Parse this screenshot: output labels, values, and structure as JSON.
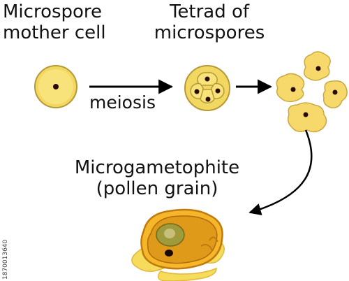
{
  "labels": {
    "microspore_mother_cell": [
      "Microspore",
      "mother cell"
    ],
    "tetrad": [
      "Tetrad of",
      "microspores"
    ],
    "meiosis": "meiosis",
    "microgametophyte": [
      "Microgametophite",
      "(pollen grain)"
    ]
  },
  "watermark_id": "1870013640",
  "colors": {
    "cell_fill": "#f7e36a",
    "cell_outline": "#b59a3a",
    "nucleus": "#2b0a0a",
    "pollen_outer": "#f5d23c",
    "pollen_inner": "#d99a1a",
    "vegetative_nucleus": "#a8a03c",
    "arrow": "#000000"
  }
}
